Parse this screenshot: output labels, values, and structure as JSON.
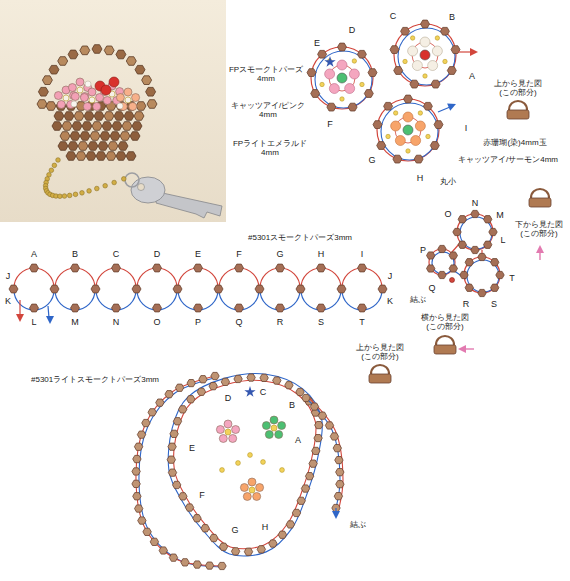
{
  "diagram": {
    "labels": [
      "D",
      "C",
      "B",
      "E",
      "A",
      "FPスモークトパーズ 4mm",
      "上から見た図 (この部分)",
      "キャッツアイ/ピンク 4mm",
      "F",
      "FPライトエメラルド 4mm",
      "赤珊瑚(染)4mm玉",
      "I",
      "G",
      "キャッツアイ/サーモン4mm",
      "H",
      "丸小",
      "#5301スモークトパーズ3mm",
      "A",
      "B",
      "C",
      "D",
      "E",
      "F",
      "G",
      "H",
      "I",
      "J",
      "J",
      "K",
      "K",
      "L",
      "M",
      "N",
      "O",
      "P",
      "Q",
      "R",
      "S",
      "T",
      "横から見た図 (この部分)",
      "O",
      "N",
      "M",
      "L",
      "P",
      "Q",
      "T",
      "下から見た図 (この部分)",
      "R",
      "S",
      "結ぶ",
      "#5301ライトスモークトパーズ3mm",
      "上から見た図 (この部分)",
      "D",
      "C",
      "B",
      "E",
      "A",
      "F",
      "G",
      "H",
      "結ぶ"
    ]
  }
}
